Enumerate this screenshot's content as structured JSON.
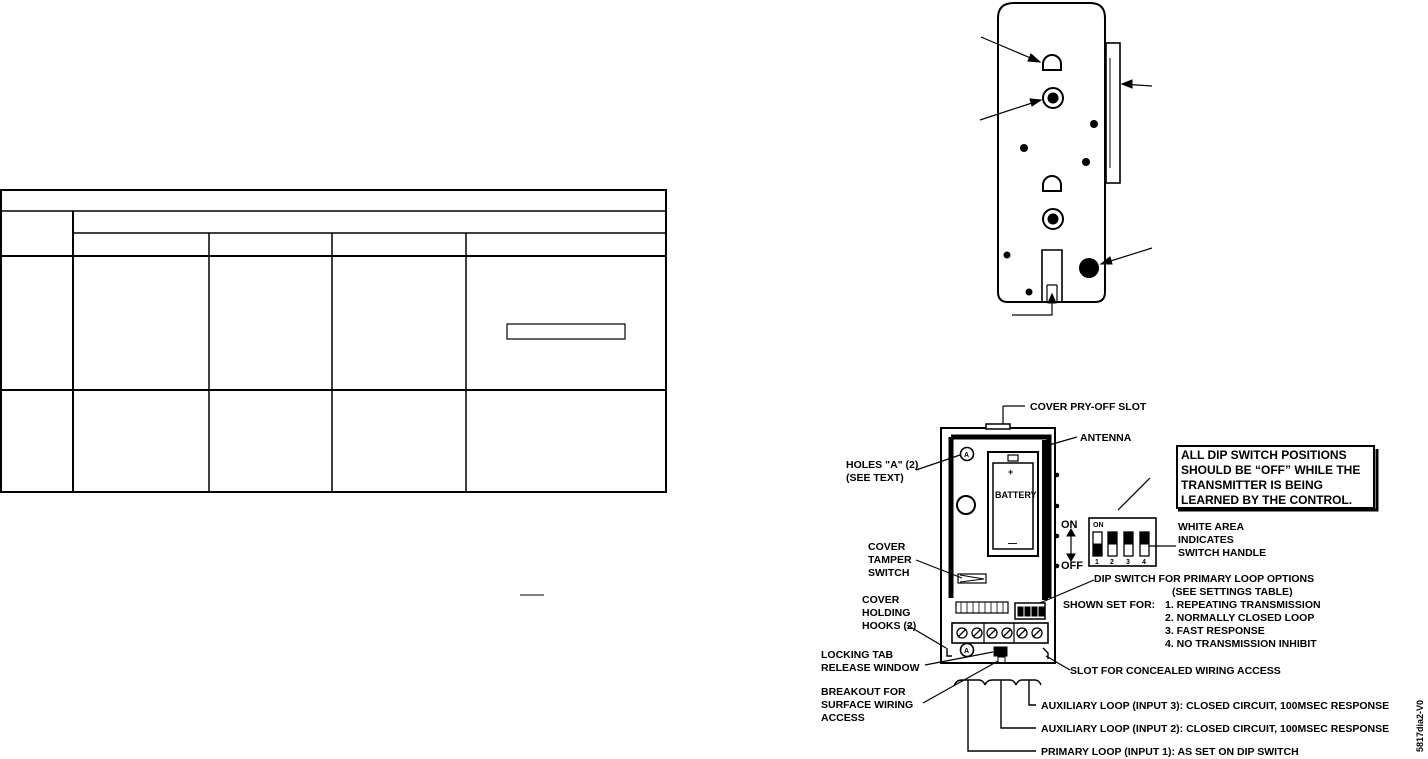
{
  "settings_table": {
    "label": "settings-table"
  },
  "top_view": {
    "label": "transmitter-back-view"
  },
  "diagram": {
    "cover_pry_off_slot": "COVER PRY-OFF SLOT",
    "antenna": "ANTENNA",
    "holes_a_line1": "HOLES \"A\" (2)",
    "holes_a_line2": "(SEE TEXT)",
    "cover_tamper_line1": "COVER",
    "cover_tamper_line2": "TAMPER",
    "cover_tamper_line3": "SWITCH",
    "cover_holding_line1": "COVER",
    "cover_holding_line2": "HOLDING",
    "cover_holding_line3": "HOOKS (2)",
    "locking_tab_line1": "LOCKING TAB",
    "locking_tab_line2": "RELEASE WINDOW",
    "breakout_line1": "BREAKOUT FOR",
    "breakout_line2": "SURFACE WIRING",
    "breakout_line3": "ACCESS",
    "battery_label": "BATTERY",
    "battery_plus": "+",
    "battery_minus": "—",
    "hole_a_mark": "A",
    "all_dip_line1": "ALL DIP SWITCH POSITIONS",
    "all_dip_line2": "SHOULD BE “OFF” WHILE THE",
    "all_dip_line3": "TRANSMITTER IS BEING",
    "all_dip_line4": "LEARNED BY THE CONTROL.",
    "on_label": "ON",
    "off_label": "OFF",
    "dip_on_small": "ON",
    "dip_numbers": [
      "1",
      "2",
      "3",
      "4"
    ],
    "white_area_line1": "WHITE AREA",
    "white_area_line2": "INDICATES",
    "white_area_line3": "SWITCH HANDLE",
    "dip_primary_line1": "DIP SWITCH FOR PRIMARY LOOP OPTIONS",
    "dip_primary_line2": "(SEE SETTINGS TABLE)",
    "shown_set_for": "SHOWN SET FOR:",
    "setting_1": "1. REPEATING TRANSMISSION",
    "setting_2": "2. NORMALLY CLOSED LOOP",
    "setting_3": "3. FAST RESPONSE",
    "setting_4": "4. NO TRANSMISSION INHIBIT",
    "slot_concealed": "SLOT FOR CONCEALED WIRING ACCESS",
    "aux_loop_3": "AUXILIARY LOOP (INPUT 3): CLOSED CIRCUIT, 100MSEC RESPONSE",
    "aux_loop_2": "AUXILIARY LOOP (INPUT 2): CLOSED CIRCUIT, 100MSEC RESPONSE",
    "primary_loop": "PRIMARY LOOP (INPUT 1): AS SET ON DIP SWITCH",
    "figure_id": "5817dia2-V0"
  }
}
